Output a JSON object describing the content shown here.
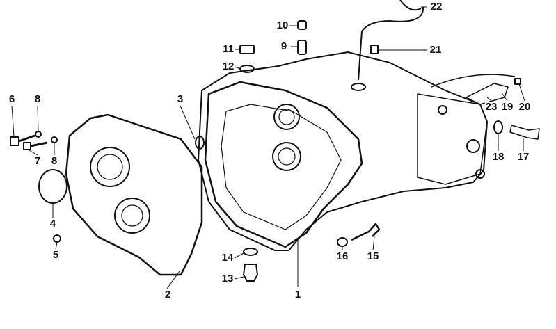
{
  "diagram": {
    "title": "Gearbox housing exploded view",
    "part_numbers": [
      "1",
      "2",
      "3",
      "4",
      "5",
      "6",
      "7",
      "8",
      "8",
      "9",
      "10",
      "11",
      "12",
      "13",
      "14",
      "15",
      "16",
      "17",
      "18",
      "19",
      "20",
      "21",
      "22",
      "23"
    ]
  },
  "colors": {
    "line": "#111111",
    "background": "#ffffff"
  }
}
